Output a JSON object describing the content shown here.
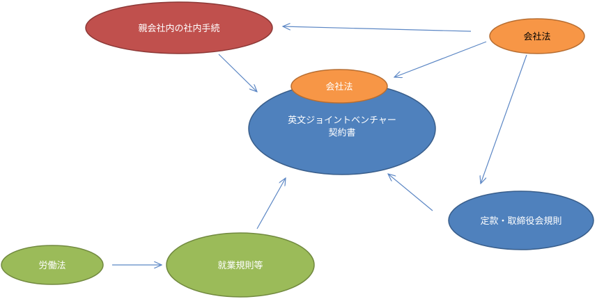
{
  "nodes": {
    "parent_internal_procedure": {
      "label": "親会社内の社内手続",
      "color": "#c0504d"
    },
    "company_law_right": {
      "label": "会社法",
      "color": "#f79646"
    },
    "company_law_center": {
      "label": "会社法",
      "color": "#f79646"
    },
    "jv_contract": {
      "line1": "英文ジョイントベンチャー",
      "line2": "契約書",
      "color": "#4f81bd"
    },
    "articles_board_rules": {
      "label": "定款・取締役会規則",
      "color": "#4f81bd"
    },
    "labor_law": {
      "label": "労働法",
      "color": "#9bbb59"
    },
    "work_rules": {
      "label": "就業規則等",
      "color": "#9bbb59"
    }
  },
  "edges": [
    {
      "from": "会社法",
      "to": "親会社内の社内手続"
    },
    {
      "from": "会社法",
      "to": "英文ジョイントベンチャー契約書"
    },
    {
      "from": "会社法",
      "to": "定款・取締役会規則"
    },
    {
      "from": "親会社内の社内手続",
      "to": "英文ジョイントベンチャー契約書"
    },
    {
      "from": "定款・取締役会規則",
      "to": "英文ジョイントベンチャー契約書"
    },
    {
      "from": "労働法",
      "to": "就業規則等"
    },
    {
      "from": "就業規則等",
      "to": "英文ジョイントベンチャー契約書"
    }
  ]
}
